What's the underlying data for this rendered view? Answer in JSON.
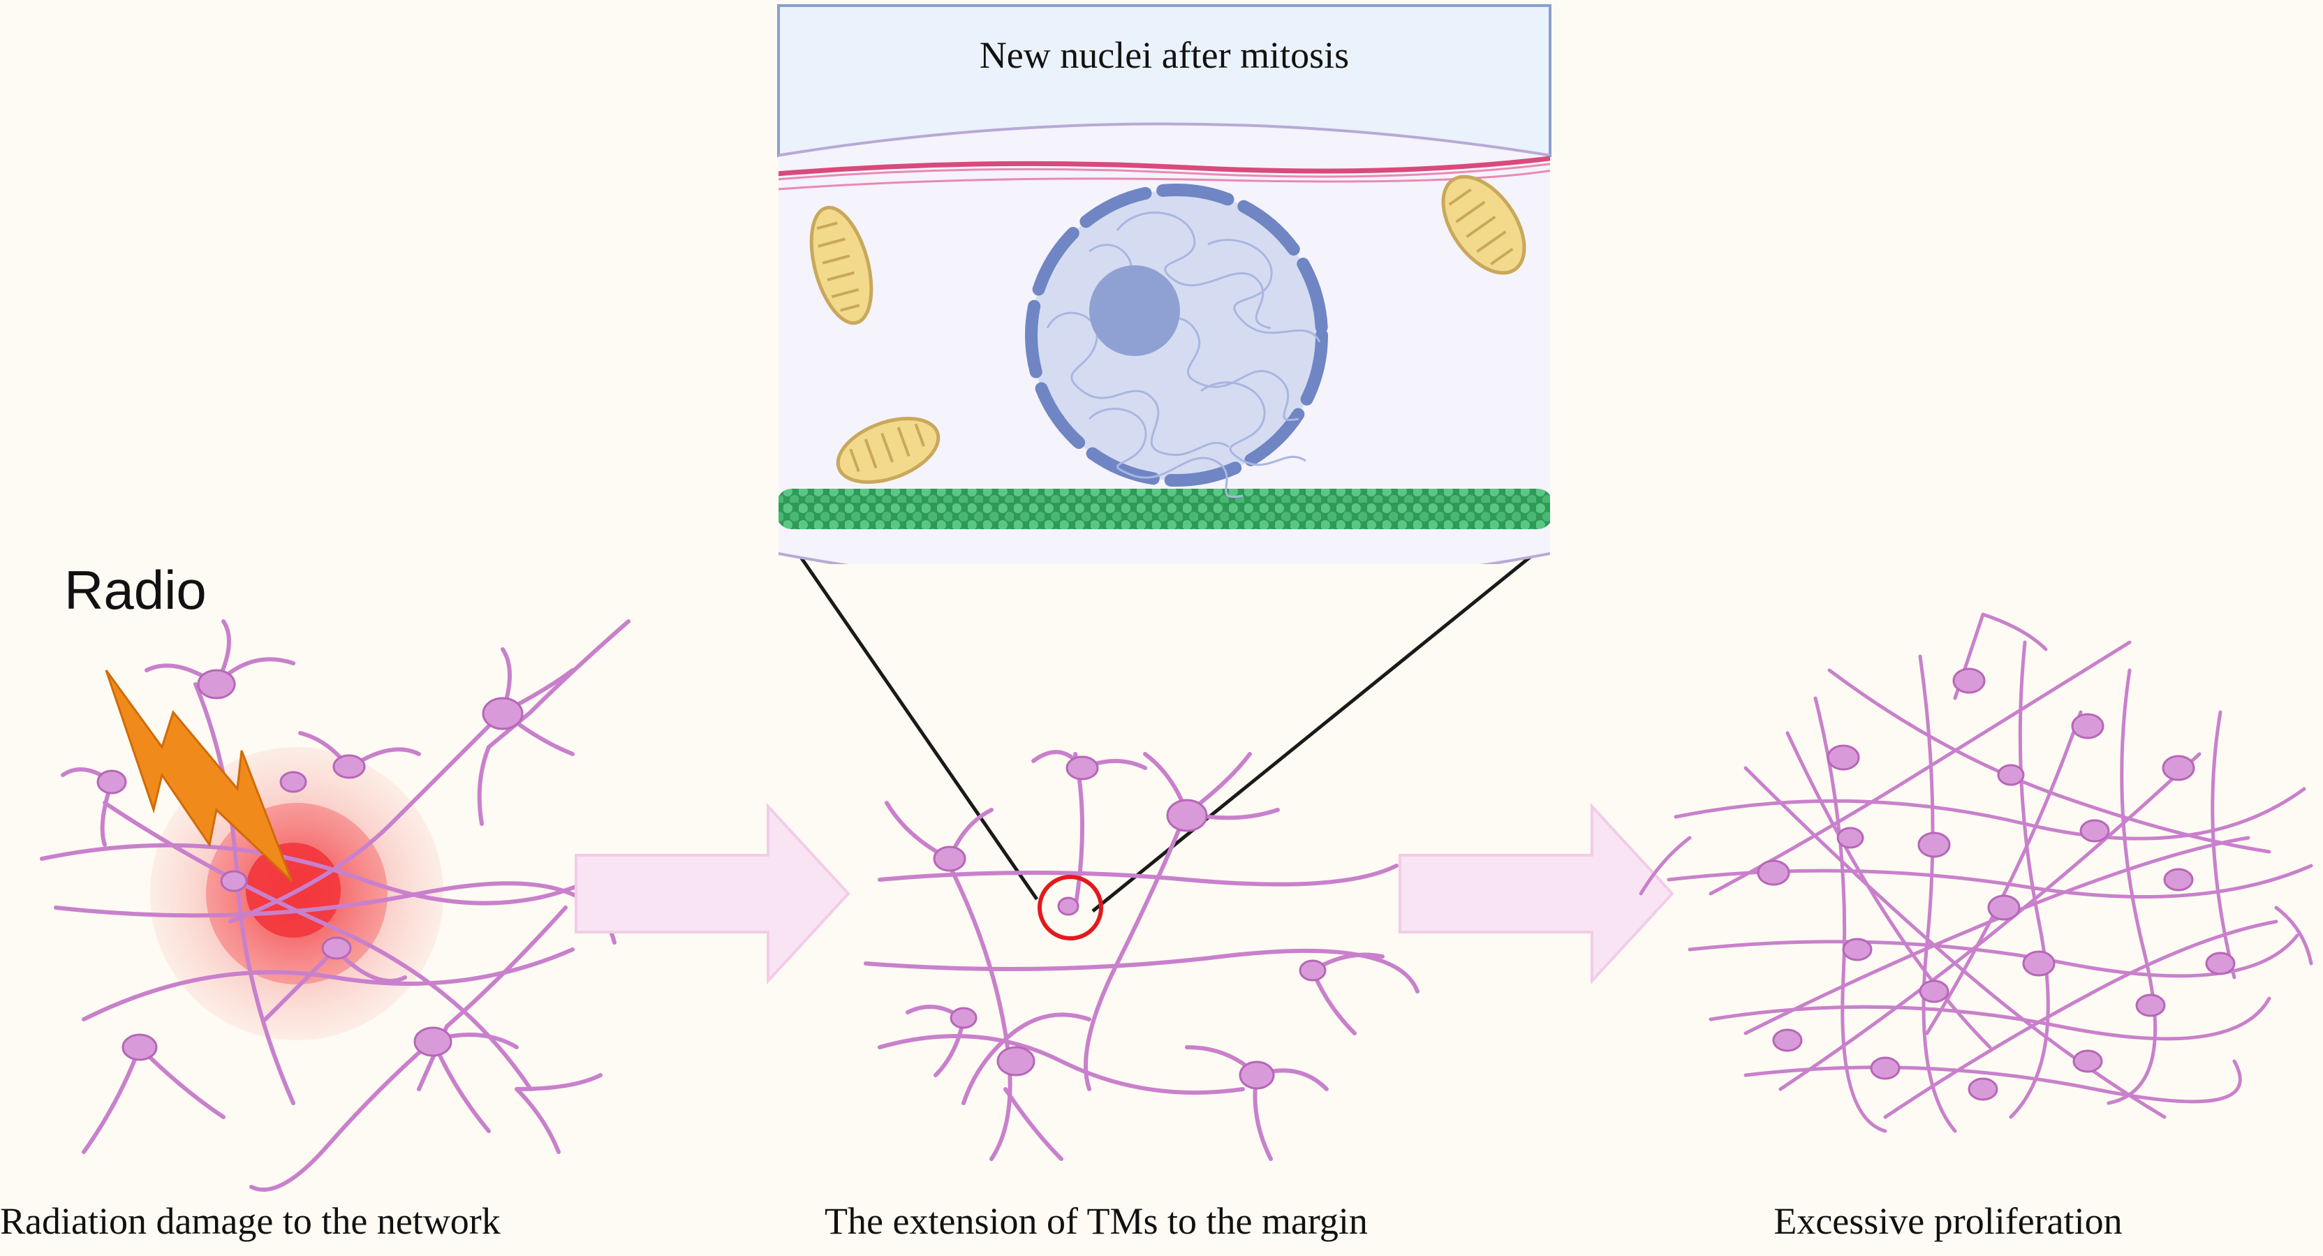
{
  "labels": {
    "radio": "Radio",
    "inset_title": "New nuclei after mitosis",
    "caption_left": "Radiation damage to the network",
    "caption_middle": "The extension of TMs to the margin",
    "caption_right": "Excessive proliferation"
  },
  "colors": {
    "background": "#fdfbf3",
    "neuron": "#c980cc",
    "neuron_body": "#d99ad9",
    "arrow": "#f9e4f4",
    "radiation": "#f0373c",
    "lightning": "#f08a1a",
    "nucleus": "#d5dcf1",
    "nucleolus": "#8fa0d3",
    "microtubule": "#3fb36a",
    "actin": "#d94a7c",
    "mitochondria": "#f2d98c",
    "highlight_circle": "#e3191e"
  },
  "icons": {
    "lightning": "lightning-bolt-icon",
    "arrow": "right-arrow-icon"
  }
}
